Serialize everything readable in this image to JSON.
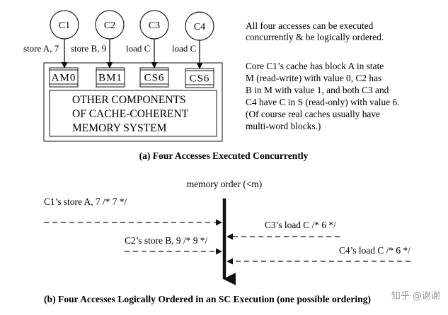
{
  "cores": [
    {
      "label": "C1",
      "op": "store A, 7",
      "cache": "AM0"
    },
    {
      "label": "C2",
      "op": "store B, 9",
      "cache": "BM1"
    },
    {
      "label": "C3",
      "op": "load C",
      "cache": "CS6"
    },
    {
      "label": "C4",
      "op": "load C",
      "cache": "CS6"
    }
  ],
  "memory_system": [
    "OTHER COMPONENTS",
    "OF CACHE-COHERENT",
    "MEMORY SYSTEM"
  ],
  "note1": [
    "All four accesses can be executed",
    "concurrently & be logically ordered."
  ],
  "note2": [
    "Core C1’s cache has block A in state",
    "M (read-write) with value 0, C2 has",
    "B in M with value 1, and both C3 and",
    "C4 have C in S (read-only) with value 6.",
    "(Of course real caches usually have",
    "multi-word blocks.)"
  ],
  "caption_a": "(a) Four Accesses Executed Concurrently",
  "memory_order_label": "memory order (<m)",
  "ordered_accesses": [
    {
      "text": "C1’s store A, 7 /* 7 */"
    },
    {
      "text": "C2’s store B, 9 /* 9 */"
    },
    {
      "text": "C3’s load C /* 6 */"
    },
    {
      "text": "C4’s load C /* 6 */"
    }
  ],
  "caption_b": "(b) Four Accesses Logically Ordered in an SC Execution (one possible ordering)",
  "watermark": "知乎 @谢谢"
}
